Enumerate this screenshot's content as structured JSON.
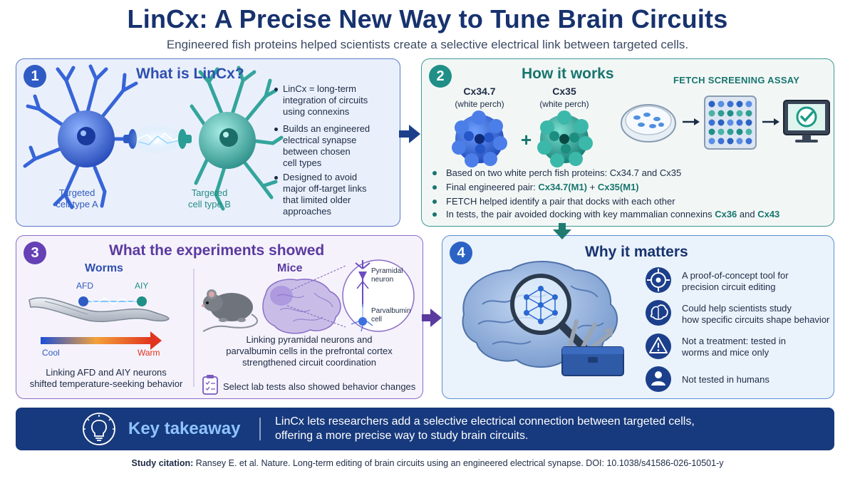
{
  "header": {
    "title": "LinCx: A Precise New Way to Tune Brain Circuits",
    "subtitle": "Engineered fish proteins helped scientists create a selective electrical link between targeted cells."
  },
  "panel1": {
    "number": "1",
    "title": "What is LinCx?",
    "label_a_line1": "Targeted",
    "label_a_line2": "cell type A",
    "label_b_line1": "Targeted",
    "label_b_line2": "cell type B",
    "bullets": [
      [
        "LinCx = long-term",
        "integration of circuits",
        "using connexins"
      ],
      [
        "Builds an engineered",
        "electrical synapse",
        "between chosen",
        "cell types"
      ],
      [
        "Designed to avoid",
        "major off-target links",
        "that limited older",
        "approaches"
      ]
    ]
  },
  "panel2": {
    "number": "2",
    "title": "How it works",
    "assay_title": "FETCH SCREENING ASSAY",
    "protein_a_name": "Cx34.7",
    "protein_a_source": "(white perch)",
    "protein_b_name": "Cx35",
    "protein_b_source": "(white perch)",
    "plus": "+",
    "bullet1": "Based on two white perch fish proteins: Cx34.7 and Cx35",
    "bullet2_prefix": "Final engineered pair: ",
    "bullet2_a": "Cx34.7(M1)",
    "bullet2_plus": " + ",
    "bullet2_b": "Cx35(M1)",
    "bullet3": "FETCH helped identify a pair that docks with each other",
    "bullet4_prefix": "In tests, the pair avoided docking with key mammalian connexins ",
    "bullet4_a": "Cx36",
    "bullet4_and": " and ",
    "bullet4_b": "Cx43"
  },
  "panel3": {
    "number": "3",
    "title": "What the experiments showed",
    "worms_heading": "Worms",
    "afd_label": "AFD",
    "aiy_label": "AIY",
    "cool_label": "Cool",
    "warm_label": "Warm",
    "worms_caption_line1": "Linking AFD and AIY neurons",
    "worms_caption_line2": "shifted temperature-seeking behavior",
    "mice_heading": "Mice",
    "pyramidal_line1": "Pyramidal",
    "pyramidal_line2": "neuron",
    "parvalbumin_line1": "Parvalbumin",
    "parvalbumin_line2": "cell",
    "mice_caption_line1": "Linking pyramidal neurons and",
    "mice_caption_line2": "parvalbumin cells in the prefrontal cortex",
    "mice_caption_line3": "strengthened circuit coordination",
    "lab_note": "Select lab tests also showed behavior changes"
  },
  "panel4": {
    "number": "4",
    "title": "Why it matters",
    "points": [
      {
        "icon": "target-icon",
        "line1": "A proof-of-concept tool for",
        "line2": "precision circuit editing"
      },
      {
        "icon": "brain-icon",
        "line1": "Could help scientists study",
        "line2": "how specific circuits shape behavior"
      },
      {
        "icon": "warning-icon",
        "line1": "Not a treatment: tested in",
        "line2": "worms and mice only"
      },
      {
        "icon": "person-icon",
        "line1": "Not tested in humans",
        "line2": ""
      }
    ]
  },
  "takeaway": {
    "title": "Key takeaway",
    "line1": "LinCx lets researchers add a selective electrical connection between targeted cells,",
    "line2": "offering a more precise way to study brain circuits."
  },
  "citation": {
    "label": "Study citation:",
    "text": " Ransey E. et al. Nature. Long-term editing of brain circuits using an engineered electrical synapse. DOI: 10.1038/s41586-026-10501-y"
  },
  "colors": {
    "navy": "#17326e",
    "blue": "#2f5cc4",
    "teal": "#18756e",
    "purple": "#5b3aa0",
    "banner": "#17397d",
    "warm": "#e0341e"
  }
}
